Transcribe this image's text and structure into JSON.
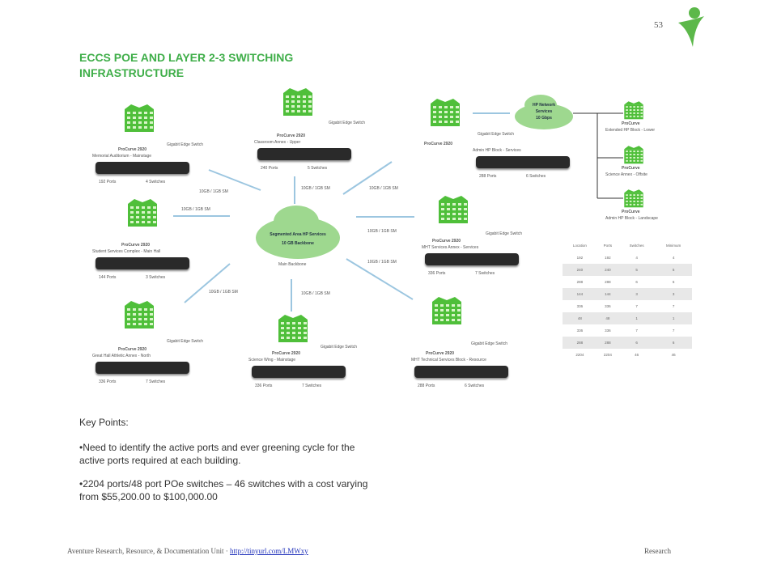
{
  "page_number": "53",
  "title": "ECCS POE AND LAYER 2-3 SWITCHING INFRASTRUCTURE",
  "center_cloud": {
    "line1": "Segmented Area HP Services",
    "line2": "10 GB Backbone",
    "below": "Main Backbone"
  },
  "top_cloud": {
    "line1": "HP Network",
    "line2": "Services",
    "line3": "10 Gbps"
  },
  "link_label": "10GB / 1GB SM",
  "nodes": [
    {
      "model": "ProCurve 2920",
      "type": "Gigabit Edge Switch",
      "site": "Memorial Auditorium - Mainstage",
      "ports": "192 Ports",
      "switches": "4 Switches"
    },
    {
      "model": "ProCurve 2920",
      "type": "Gigabit Edge Switch",
      "site": "Classroom Annex - Upper",
      "ports": "240 Ports",
      "switches": "5 Switches"
    },
    {
      "model": "ProCurve 2920",
      "type": "Gigabit Edge Switch",
      "site": "Admin HP Block - Services",
      "ports": "288 Ports",
      "switches": "6 Switches"
    },
    {
      "model": "ProCurve 2920",
      "type": "",
      "site": "Student Services Complex - Main Hall",
      "ports": "144 Ports",
      "switches": "3 Switches"
    },
    {
      "model": "ProCurve 2920",
      "type": "Gigabit Edge Switch",
      "site": "MHT Services Annex - Services",
      "ports": "336 Ports",
      "switches": "7 Switches"
    },
    {
      "model": "ProCurve 2920",
      "type": "Gigabit Edge Switch",
      "site": "Great Hall Athletic Annex - North",
      "ports": "336 Ports",
      "switches": "7 Switches"
    },
    {
      "model": "ProCurve 2920",
      "type": "Gigabit Edge Switch",
      "site": "Science Wing - Mainstage",
      "ports": "336 Ports",
      "switches": "7 Switches"
    },
    {
      "model": "ProCurve 2920",
      "type": "Gigabit Edge Switch",
      "site": "MHT Technical Services Block - Resource",
      "ports": "288 Ports",
      "switches": "6 Switches"
    }
  ],
  "remote_sites": [
    {
      "model": "ProCurve",
      "site": "Extended HP Block - Lower"
    },
    {
      "model": "ProCurve",
      "site": "Science Annex - Offsite"
    },
    {
      "model": "ProCurve",
      "site": "Admin HP Block - Landscape"
    }
  ],
  "table": {
    "headers": [
      "Location",
      "Ports",
      "Switches",
      "Minimum"
    ],
    "rows": [
      [
        "192",
        "192",
        "4",
        "4"
      ],
      [
        "240",
        "240",
        "5",
        "5"
      ],
      [
        "288",
        "288",
        "6",
        "6"
      ],
      [
        "144",
        "144",
        "3",
        "3"
      ],
      [
        "336",
        "336",
        "7",
        "7"
      ],
      [
        "48",
        "48",
        "1",
        "1"
      ],
      [
        "336",
        "336",
        "7",
        "7"
      ],
      [
        "288",
        "288",
        "6",
        "6"
      ],
      [
        "2204",
        "2204",
        "46",
        "46"
      ]
    ]
  },
  "key_points": {
    "heading": "Key Points:",
    "items": [
      "•Need to identify the active ports and ever greening cycle for the active ports required at each building.",
      "•2204 ports/48 port POe switches – 46 switches with a cost varying from $55,200.00 to $100,000.00"
    ]
  },
  "footer": {
    "text": "Aventure Research, Resource, & Documentation Unit ·",
    "link": "http://tinyurl.com/LMWxy",
    "right": "Research"
  }
}
